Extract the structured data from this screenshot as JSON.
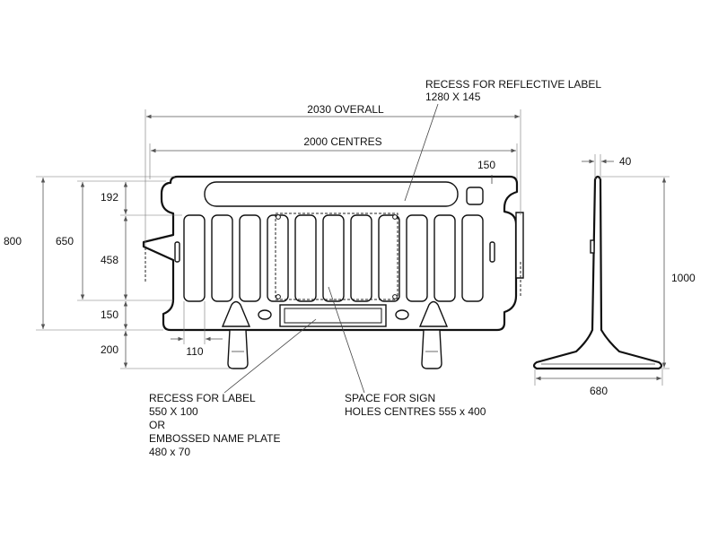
{
  "dimensions": {
    "overall": "2030 OVERALL",
    "centres": "2000 CENTRES",
    "d150_top": "150",
    "d192": "192",
    "d800": "800",
    "d650": "650",
    "d458": "458",
    "d150_bottom": "150",
    "d200": "200",
    "d110": "110",
    "d40": "40",
    "d1000": "1000",
    "d680": "680"
  },
  "callouts": {
    "reflective_label": [
      "RECESS FOR REFLECTIVE LABEL",
      "1280 X 145"
    ],
    "label_recess": [
      "RECESS FOR  LABEL",
      "550 X 100",
      "OR",
      "EMBOSSED NAME PLATE",
      "480 x 70"
    ],
    "sign_space": [
      "SPACE FOR SIGN",
      "HOLES CENTRES 555 x 400"
    ]
  },
  "colors": {
    "line": "#111111",
    "dimension": "#555555",
    "background": "#ffffff"
  }
}
